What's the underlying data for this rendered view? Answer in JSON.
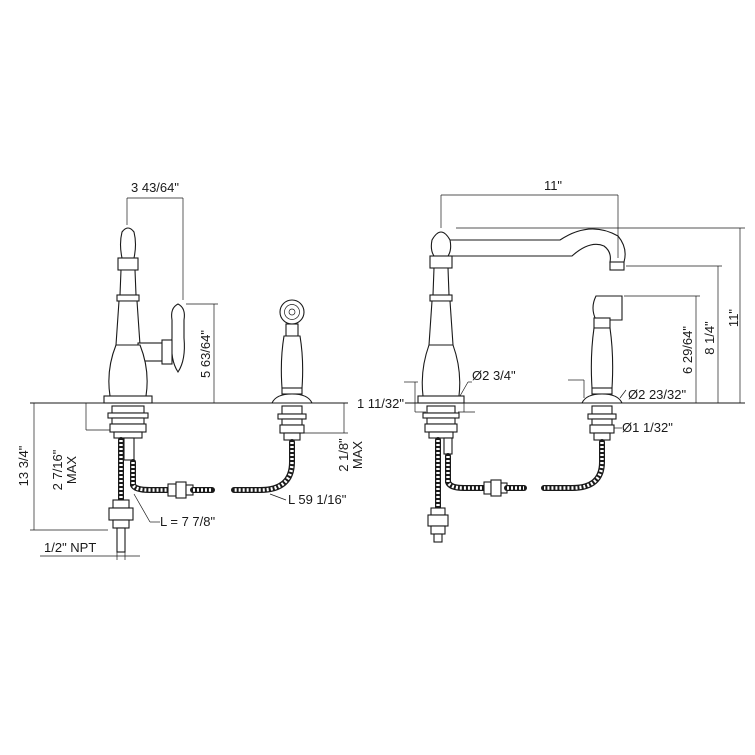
{
  "left_view": {
    "spout_reach": "3 43/64\"",
    "handle_height": "5 63/64\"",
    "tube_length": "L = 7 7/8\"",
    "overall_height": "13 3/4\"",
    "deck_thickness_faucet": "2 7/16\"",
    "deck_thickness_faucet_max": "MAX",
    "connection": "1/2\" NPT",
    "sprayer_hose": "L 59 1/16\"",
    "deck_thickness_sprayer": "2 1/8\"",
    "deck_thickness_sprayer_max": "MAX"
  },
  "right_view": {
    "spout_length": "11\"",
    "overall_height": "11\"",
    "spout_clearance": "8 1/4\"",
    "body_height": "6 29/64\"",
    "base_diameter": "Ø2 3/4\"",
    "escutcheon_height": "1 11/32\"",
    "sprayer_base_diameter": "Ø2 23/32\"",
    "hole_diameter": "Ø1 1/32\""
  }
}
